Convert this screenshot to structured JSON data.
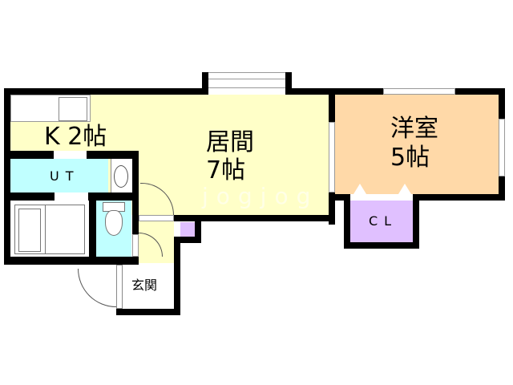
{
  "floorplan": {
    "rooms": {
      "kitchen": {
        "label": "K 2帖",
        "color": "#FFFFC8"
      },
      "living": {
        "label_line1": "居間",
        "label_line2": "7帖",
        "color": "#FFFFC8"
      },
      "western": {
        "label_line1": "洋室",
        "label_line2": "5帖",
        "color": "#FFD9A8"
      },
      "closet": {
        "label": "CL",
        "color": "#E0C0FF"
      },
      "utility": {
        "label": "UT",
        "color": "#C0FFFF"
      },
      "toilet": {
        "label": "",
        "color": "#C0FFFF"
      },
      "entrance": {
        "label": "玄関",
        "color": "#FFFFFF"
      },
      "storage": {
        "label": "",
        "color": "#E0C0FF"
      }
    },
    "watermark": "jogjog",
    "wall_color": "#000000"
  }
}
